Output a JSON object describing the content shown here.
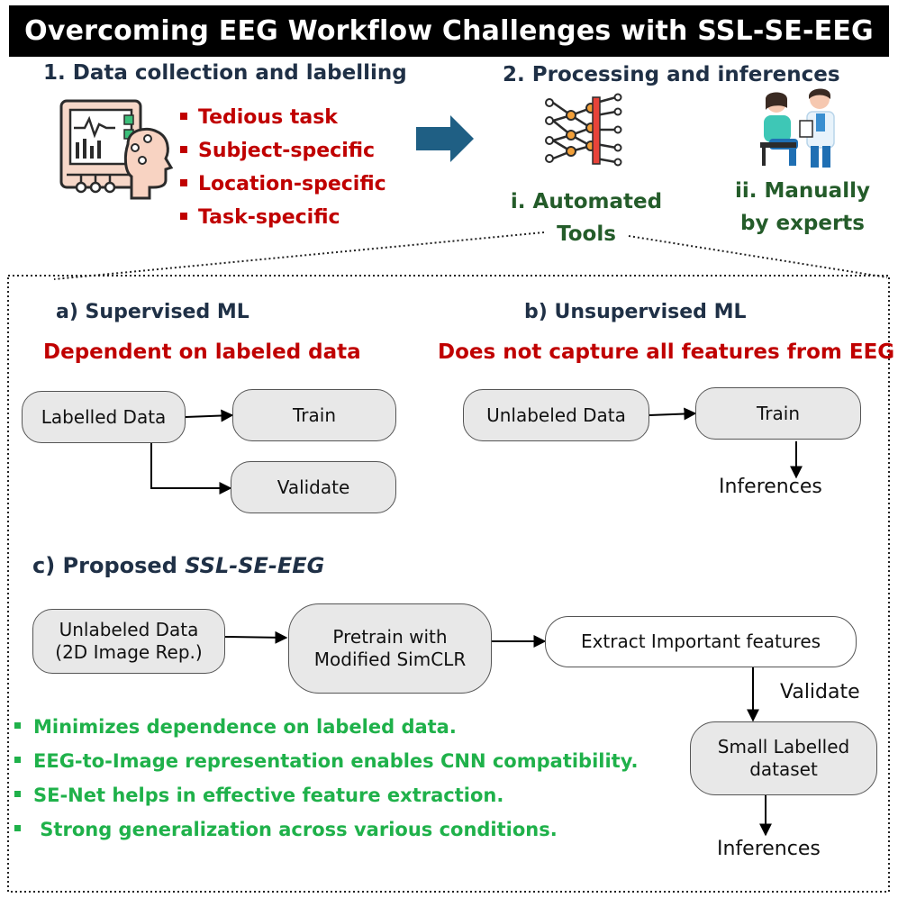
{
  "title": "Overcoming EEG Workflow Challenges with SSL-SE-EEG",
  "step1": {
    "heading": "1. Data collection and labelling",
    "challenges": [
      "Tedious task",
      "Subject-specific",
      "Location-specific",
      "Task-specific"
    ]
  },
  "step2": {
    "heading": "2. Processing and inferences",
    "automated": [
      "i. Automated",
      "Tools"
    ],
    "manual": [
      "ii. Manually",
      "by experts"
    ]
  },
  "supervised": {
    "heading": "a) Supervised ML",
    "limitation": "Dependent on labeled data",
    "input_label": "Labelled Data",
    "train_label": "Train",
    "validate_label": "Validate"
  },
  "unsupervised": {
    "heading": "b) Unsupervised ML",
    "limitation": "Does not capture all features from EEG",
    "input_label": "Unlabeled Data",
    "train_label": "Train",
    "output_label": "Inferences"
  },
  "proposed": {
    "heading_prefix": "c) Proposed ",
    "heading_name": "SSL-SE-EEG",
    "input_lines": [
      "Unlabeled Data",
      "(2D Image Rep.)"
    ],
    "pretrain_lines": [
      "Pretrain with",
      "Modified SimCLR"
    ],
    "extract_label": "Extract Important features",
    "validate_label": "Validate",
    "small_lines": [
      "Small Labelled",
      "dataset"
    ],
    "output_label": "Inferences",
    "benefits": [
      "Minimizes dependence on labeled data.",
      "EEG-to-Image representation enables CNN compatibility.",
      "SE-Net helps in effective feature extraction.",
      " Strong generalization across various conditions."
    ]
  },
  "colors": {
    "title_bg": "#000000",
    "navy": "#1f3046",
    "red": "#c00000",
    "dark_green": "#245c2a",
    "bright_green": "#1fb14a",
    "arrow_blue": "#1f5f84",
    "box_fill": "#e8e8e8"
  }
}
